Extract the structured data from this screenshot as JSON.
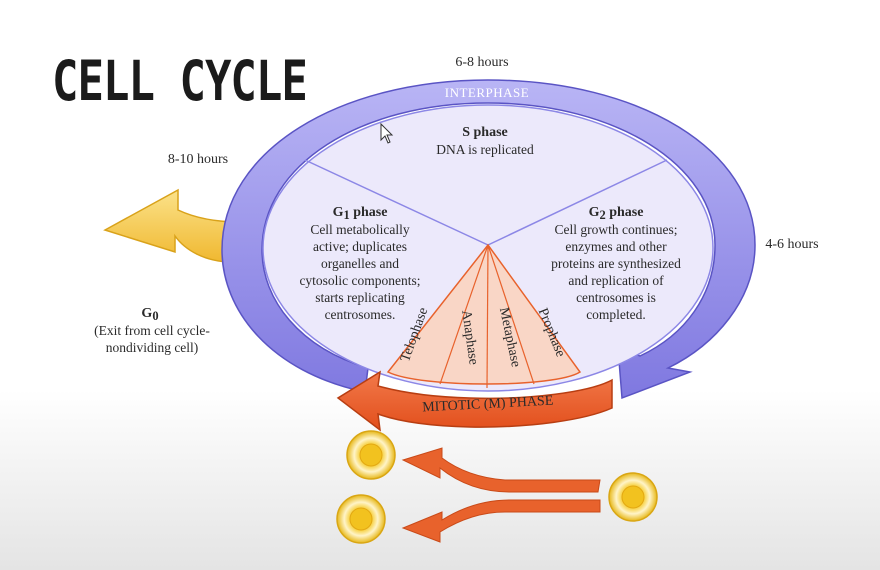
{
  "title": "CELL CYCLE",
  "times": {
    "s": "6-8 hours",
    "g1": "8-10 hours",
    "g2": "4-6 hours"
  },
  "band": {
    "interphase": "INTERPHASE",
    "mitotic": "MITOTIC (M) PHASE"
  },
  "s_phase": {
    "heading": "S phase",
    "lines": [
      "DNA is replicated"
    ]
  },
  "g1_phase": {
    "heading_main": "G",
    "heading_sub": "1",
    "heading_rest": " phase",
    "lines": [
      "Cell metabolically",
      "active; duplicates",
      "organelles and",
      "cytosolic components;",
      "starts replicating",
      "centrosomes."
    ]
  },
  "g2_phase": {
    "heading_main": "G",
    "heading_sub": "2",
    "heading_rest": " phase",
    "lines": [
      "Cell growth continues;",
      "enzymes and other",
      "proteins are synthesized",
      "and replication of",
      "centrosomes is",
      "completed."
    ]
  },
  "g0": {
    "heading_main": "G",
    "heading_sub": "0",
    "lines": [
      "(Exit from cell cycle-",
      "nondividing cell)"
    ]
  },
  "mitotic_phases": [
    "Telophase",
    "Anaphase",
    "Metaphase",
    "Prophase"
  ],
  "colors": {
    "interphase_band": "#8c87e6",
    "interphase_fill": "#ece9fb",
    "mitotic_arrow": "#e8622c",
    "mitotic_fill": "#f9d6c6",
    "g0_arrow": "#f5c842",
    "cell": "#f2c21f"
  }
}
